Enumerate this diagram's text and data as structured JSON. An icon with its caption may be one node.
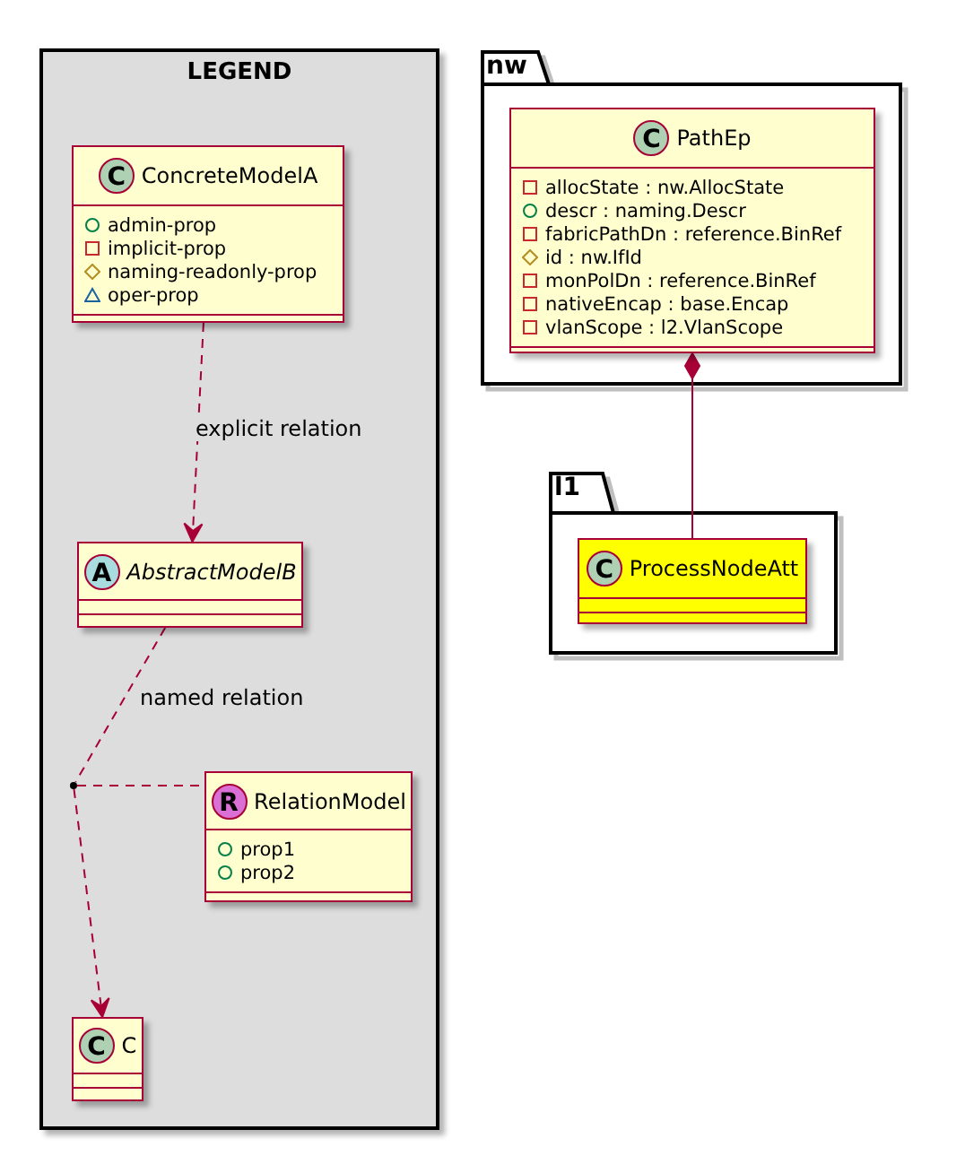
{
  "diagram": {
    "nodes": [
      {
        "text": [
          "LEGEND"
        ]
      },
      {
        "text": [
          "C",
          "ConcreteModelA",
          "admin-prop",
          "implicit-prop",
          "naming-readonly-prop",
          "oper-prop"
        ],
        "in": 0
      },
      {
        "text": [
          "A",
          "AbstractModelB"
        ],
        "in": 0
      },
      {
        "text": [],
        "shape": "circle",
        "in": 0
      },
      {
        "text": [
          "R",
          "RelationModel",
          "prop1",
          "prop2"
        ],
        "in": 0
      },
      {
        "text": [
          "C",
          "C"
        ],
        "in": 0
      },
      {
        "text": [
          "nw"
        ]
      },
      {
        "text": [
          "C",
          "PathEp",
          "allocState : nw.AllocState",
          "descr : naming.Descr",
          "fabricPathDn : reference.BinRef",
          "id : nw.IfId",
          "monPolDn : reference.BinRef",
          "nativeEncap : base.Encap",
          "vlanScope : l2.VlanScope"
        ],
        "in": 6
      },
      {
        "text": [
          "l1"
        ]
      },
      {
        "text": [
          "C",
          "ProcessNodeAtt"
        ],
        "in": 8
      }
    ],
    "edges": [
      {
        "from": 1,
        "to": 2,
        "arrow": "to",
        "style": "dashed",
        "label": "explicit relation"
      },
      {
        "from": 2,
        "to": 3,
        "arrow": "none",
        "style": "dashed",
        "label": "named relation"
      },
      {
        "from": 3,
        "to": 4,
        "arrow": "none",
        "style": "dashed"
      },
      {
        "from": 3,
        "to": 5,
        "arrow": "to",
        "style": "dashed"
      },
      {
        "from": 7,
        "to": 9,
        "arrow": "other"
      }
    ]
  }
}
